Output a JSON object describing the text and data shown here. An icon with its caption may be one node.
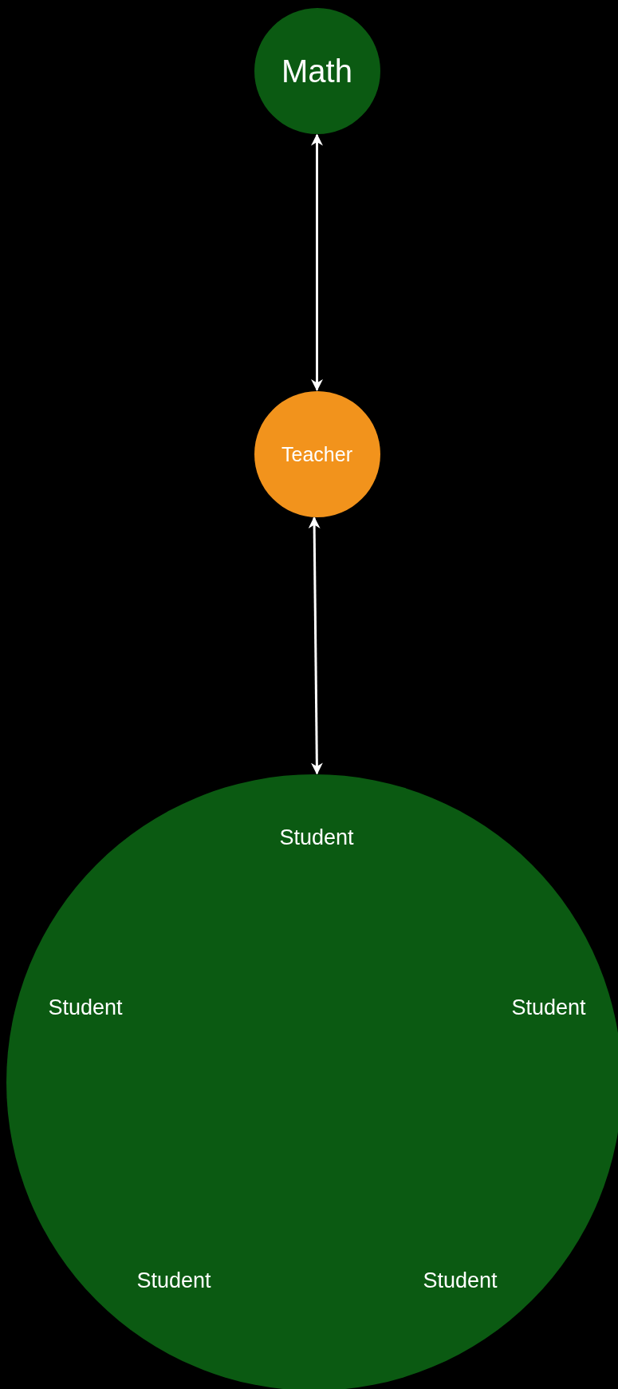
{
  "diagram": {
    "nodes": [
      {
        "text": [
          "Math"
        ]
      },
      {
        "text": [
          "Teacher"
        ]
      },
      {
        "text": [
          "Student",
          "Student",
          "Student",
          "Student",
          "Student"
        ]
      }
    ],
    "edges": [
      {
        "from": 0,
        "to": 1,
        "arrow": "both"
      },
      {
        "from": 1,
        "to": 2,
        "arrow": "both"
      }
    ]
  }
}
